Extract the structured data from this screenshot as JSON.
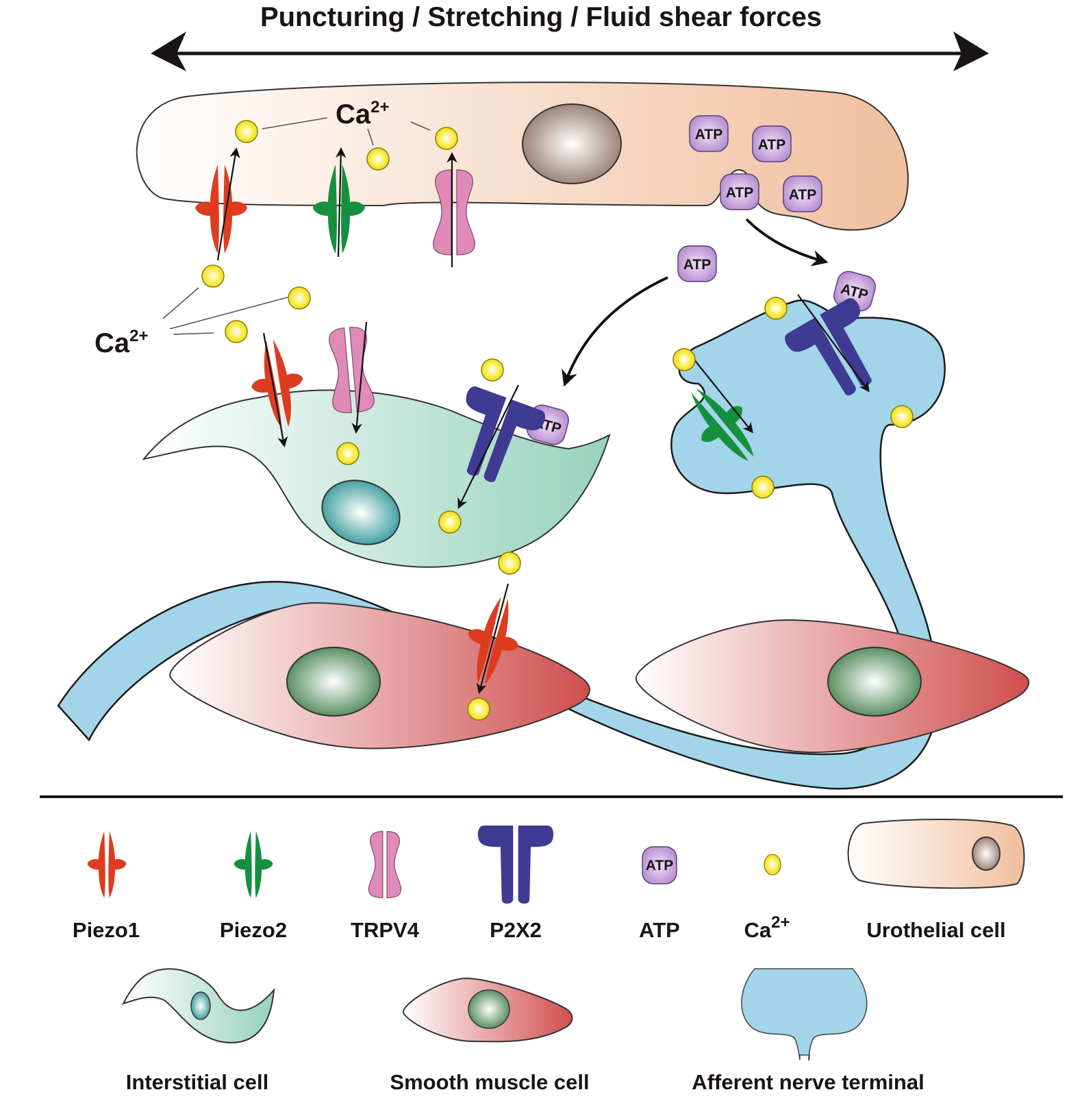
{
  "title": "Puncturing / Stretching / Fluid shear forces",
  "labels": {
    "ca_base": "Ca",
    "ca_sup": "2+",
    "atp": "ATP"
  },
  "colors": {
    "piezo1": "#dd3c1e",
    "piezo2": "#15903e",
    "trpv4": "#e08ab8",
    "p2x2": "#3f3a92",
    "atp": "#b58ad0",
    "calcium": "#f5e61e",
    "urothelial_cell": "#f1c2a2",
    "interstitial_cell": "#9fd6c2",
    "smooth_muscle_cell": "#d25656",
    "afferent_nerve": "#a2d4ea",
    "nucleus_urothelial": "#9a7f70",
    "nucleus_interstitial": "#2e9a9a",
    "nucleus_smooth_muscle": "#3e7c45"
  },
  "legend": {
    "row1": [
      {
        "key": "piezo1",
        "label": "Piezo1"
      },
      {
        "key": "piezo2",
        "label": "Piezo2"
      },
      {
        "key": "trpv4",
        "label": "TRPV4"
      },
      {
        "key": "p2x2",
        "label": "P2X2"
      },
      {
        "key": "atp",
        "label": "ATP"
      },
      {
        "key": "calcium",
        "label": "Ca",
        "sup": "2+"
      },
      {
        "key": "urothelial_cell",
        "label": "Urothelial cell"
      }
    ],
    "row2": [
      {
        "key": "interstitial_cell",
        "label": "Interstitial cell"
      },
      {
        "key": "smooth_muscle_cell",
        "label": "Smooth muscle cell"
      },
      {
        "key": "afferent_nerve",
        "label": "Afferent nerve terminal"
      }
    ]
  }
}
